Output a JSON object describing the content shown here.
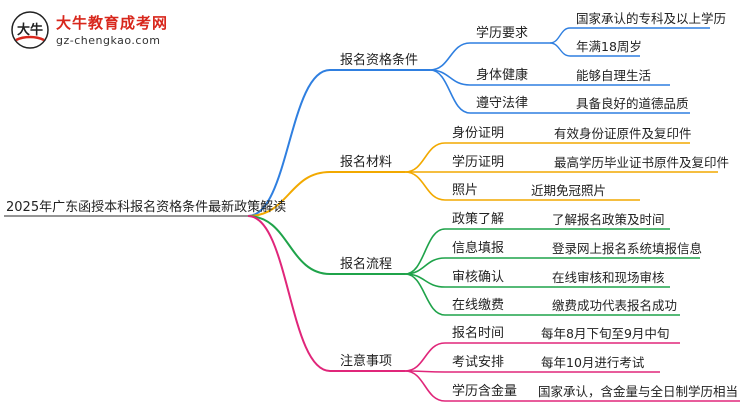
{
  "logo": {
    "name": "大牛教育成考网",
    "site": "gz-chengkao.com",
    "mark_text": "大牛"
  },
  "root": {
    "label": "2025年广东函授本科报名资格条件最新政策解读"
  },
  "branches": [
    {
      "label": "报名资格条件",
      "color": "#2f7fe0",
      "children": [
        {
          "label": "学历要求",
          "leaves": [
            "国家承认的专科及以上学历",
            "年满18周岁"
          ]
        },
        {
          "label": "身体健康",
          "leaves": [
            "能够自理生活"
          ]
        },
        {
          "label": "遵守法律",
          "leaves": [
            "具备良好的道德品质"
          ]
        }
      ]
    },
    {
      "label": "报名材料",
      "color": "#f2a900",
      "children": [
        {
          "label": "身份证明",
          "leaves": [
            "有效身份证原件及复印件"
          ]
        },
        {
          "label": "学历证明",
          "leaves": [
            "最高学历毕业证书原件及复印件"
          ]
        },
        {
          "label": "照片",
          "leaves": [
            "近期免冠照片"
          ]
        }
      ]
    },
    {
      "label": "报名流程",
      "color": "#1fa34a",
      "children": [
        {
          "label": "政策了解",
          "leaves": [
            "了解报名政策及时间"
          ]
        },
        {
          "label": "信息填报",
          "leaves": [
            "登录网上报名系统填报信息"
          ]
        },
        {
          "label": "审核确认",
          "leaves": [
            "在线审核和现场审核"
          ]
        },
        {
          "label": "在线缴费",
          "leaves": [
            "缴费成功代表报名成功"
          ]
        }
      ]
    },
    {
      "label": "注意事项",
      "color": "#e0267a",
      "children": [
        {
          "label": "报名时间",
          "leaves": [
            "每年8月下旬至9月中旬"
          ]
        },
        {
          "label": "考试安排",
          "leaves": [
            "每年10月进行考试"
          ]
        },
        {
          "label": "学历含金量",
          "leaves": [
            "国家承认，含金量与全日制学历相当"
          ]
        }
      ]
    }
  ]
}
